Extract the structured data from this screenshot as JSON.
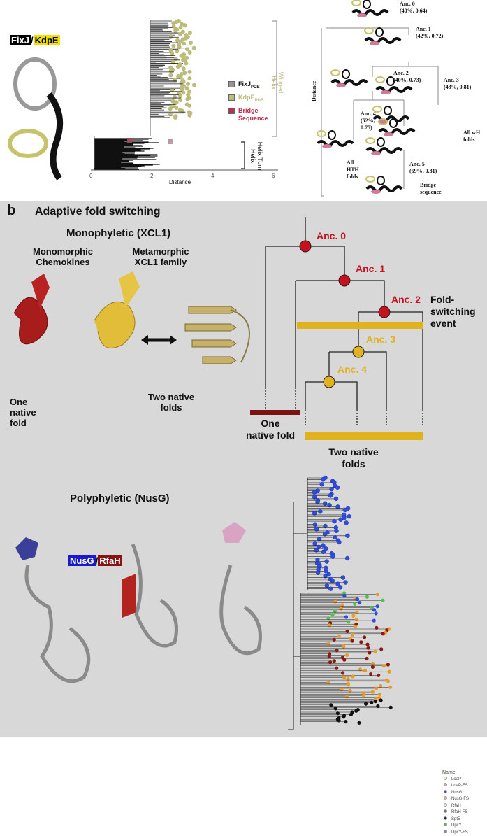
{
  "panel_a": {
    "protein_label": {
      "left": "FixJ",
      "sep": "/",
      "right": "KdpE"
    },
    "tree": {
      "x_ticks": [
        "0",
        "2",
        "4",
        "6"
      ],
      "xlabel": "Distance",
      "legend": [
        {
          "label": "FixJ",
          "sub": "PDB",
          "color": "#9a8f93"
        },
        {
          "label": "KdpE",
          "sub": "PDB",
          "color": "#bdbb7c"
        },
        {
          "label": "Bridge Sequence",
          "sub": "",
          "color": "#b8304a"
        }
      ],
      "clades": [
        "Winged Helix",
        "Helix Turn Helix"
      ]
    },
    "ancestors": {
      "axis_label": "Distance",
      "nodes": [
        {
          "name": "Anc. 0",
          "stats": "(40%, 0.64)"
        },
        {
          "name": "Anc. 1",
          "stats": "(42%, 0.72)"
        },
        {
          "name": "Anc. 2",
          "stats": "(40%, 0.73)"
        },
        {
          "name": "Anc. 3",
          "stats": "(43%, 0.81)"
        },
        {
          "name": "Anc. 4",
          "stats": "(52%, 0.75)"
        },
        {
          "name": "Anc. 5",
          "stats": "(69%, 0.81)"
        }
      ],
      "leaves": [
        "All HTH folds",
        "All wH folds",
        "Bridge sequence"
      ]
    }
  },
  "panel_b": {
    "letter": "b",
    "title": "Adaptive fold switching",
    "mono": {
      "title": "Monophyletic (XCL1)",
      "left_caption": "Monomorphic Chemokines",
      "right_caption": "Metamorphic XCL1 family",
      "one_fold": "One native fold",
      "two_folds": "Two native folds",
      "tree": {
        "nodes": [
          {
            "name": "Anc. 0",
            "color": "#c8101e"
          },
          {
            "name": "Anc. 1",
            "color": "#c8101e"
          },
          {
            "name": "Anc. 2",
            "color": "#c8101e"
          },
          {
            "name": "Anc. 3",
            "color": "#e2b21e"
          },
          {
            "name": "Anc. 4",
            "color": "#e2b21e"
          }
        ],
        "event": "Fold-switching event",
        "one_fold": "One native fold",
        "two_folds": "Two native folds"
      }
    },
    "poly": {
      "title": "Polyphyletic (NusG)",
      "label": {
        "left": "NusG",
        "sep": "/",
        "right": "RfaH"
      },
      "legend_title": "Name",
      "legend": [
        {
          "label": "LoaP",
          "color": "#f4f1c0"
        },
        {
          "label": "LoaP-FS",
          "color": "#d9a4c4"
        },
        {
          "label": "NusG",
          "color": "#3a55d8"
        },
        {
          "label": "NusG-FS",
          "color": "#e8c07a"
        },
        {
          "label": "RfaH",
          "color": "#f2f2f2"
        },
        {
          "label": "RfaH-FS",
          "color": "#8a6a70"
        },
        {
          "label": "Spt5",
          "color": "#222222"
        },
        {
          "label": "UpxY",
          "color": "#4dc04d"
        },
        {
          "label": "UpxY-FS",
          "color": "#888888"
        }
      ]
    }
  }
}
